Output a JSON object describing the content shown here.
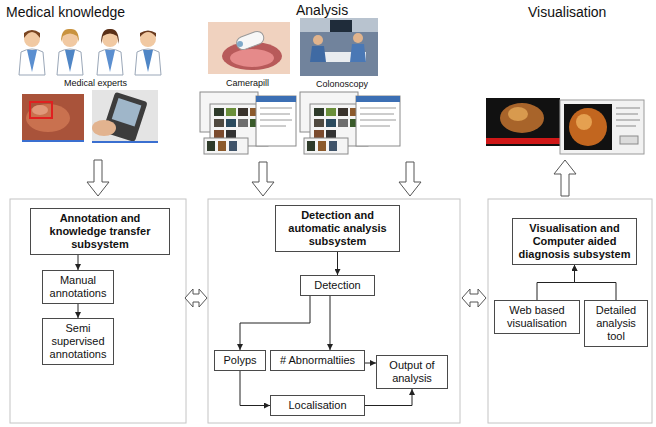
{
  "diagram": {
    "nodes": [
      {
        "text": [
          "Annotation and knowledge transfer subsystem"
        ]
      },
      {
        "text": [
          "Manual annotations"
        ]
      },
      {
        "text": [
          "Semi supervised annotations"
        ]
      },
      {
        "text": [
          "Detection and automatic analysis subsystem"
        ]
      },
      {
        "text": [
          "Detection"
        ]
      },
      {
        "text": [
          "Polyps"
        ]
      },
      {
        "text": [
          "# Abnormaltiies"
        ]
      },
      {
        "text": [
          "Output of analysis"
        ]
      },
      {
        "text": [
          "Localisation"
        ]
      },
      {
        "text": [
          "Visualisation and Computer aided diagnosis subsystem"
        ]
      },
      {
        "text": [
          "Web based visualisation"
        ]
      },
      {
        "text": [
          "Detailed analysis tool"
        ]
      }
    ],
    "edges": [
      {
        "from": 0,
        "to": 1,
        "arrow": "to"
      },
      {
        "from": 1,
        "to": 2,
        "arrow": "to"
      },
      {
        "from": 3,
        "to": 4,
        "arrow": "to"
      },
      {
        "from": 4,
        "to": 5,
        "arrow": "to"
      },
      {
        "from": 4,
        "to": 6,
        "arrow": "to"
      },
      {
        "from": 5,
        "to": 8,
        "arrow": "to"
      },
      {
        "from": 6,
        "to": 7,
        "arrow": "to"
      },
      {
        "from": 8,
        "to": 7,
        "arrow": "to"
      },
      {
        "from": 10,
        "to": 9,
        "arrow": "to"
      },
      {
        "from": 11,
        "to": 9,
        "arrow": "to"
      }
    ],
    "labels": [
      "Medical knowledge",
      "Analysis",
      "Visualisation",
      "Medical experts",
      "Camerapill",
      "Colonoscopy"
    ]
  }
}
